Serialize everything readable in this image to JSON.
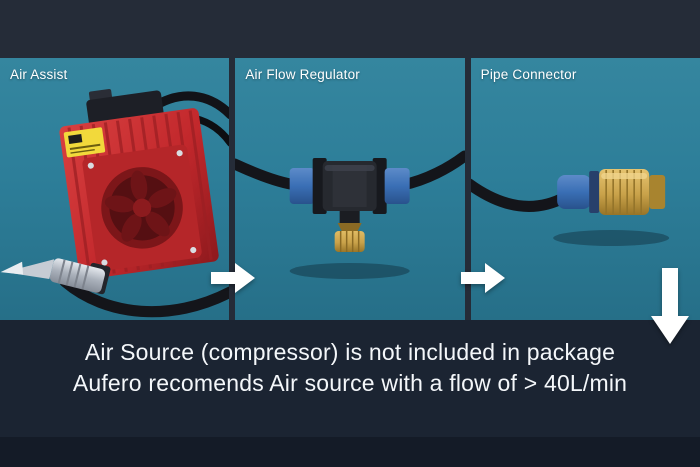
{
  "panels": [
    {
      "label": "Air Assist"
    },
    {
      "label": "Air Flow Regulator"
    },
    {
      "label": "Pipe Connector"
    }
  ],
  "arrows": [
    {
      "name": "right-arrow-1",
      "direction": "right"
    },
    {
      "name": "right-arrow-2",
      "direction": "right"
    },
    {
      "name": "down-arrow",
      "direction": "down"
    }
  ],
  "footer": {
    "line1": "Air Source (compressor) is not included in package",
    "line2": "Aufero recomends Air source with a flow of > 40L/min"
  },
  "colors": {
    "background": "#252c38",
    "panel_teal": "#2d7e99",
    "footer_background": "#1b2432",
    "bottom_strip": "#141b27",
    "text": "#ffffff",
    "arrow": "#ffffff",
    "module_red": "#c2282c",
    "warning_label_yellow": "#f2d93b",
    "fitting_blue": "#3a6fb5",
    "brass": "#c9a24a",
    "tube_black": "#14151a",
    "nozzle_silver": "#c6ccd4"
  }
}
